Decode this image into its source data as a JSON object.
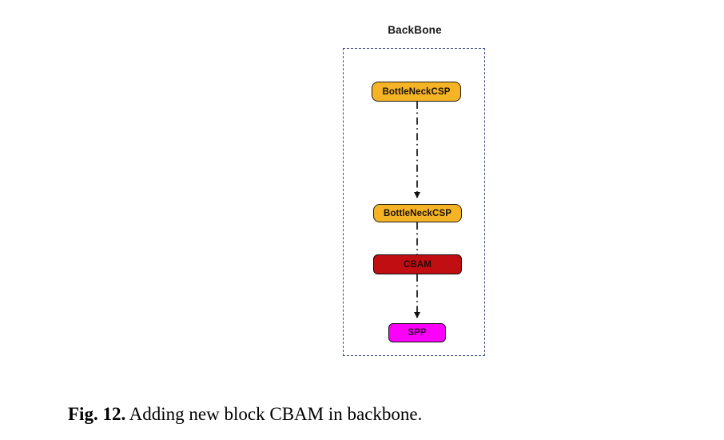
{
  "diagram": {
    "title": "BackBone",
    "container_border_color": "#3f4e7e",
    "connector_color": "#111111",
    "nodes": [
      {
        "id": "bottleneckcsp-1",
        "label": "BottleNeckCSP",
        "fill": "#f5b426",
        "text_color": "#1c1206"
      },
      {
        "id": "bottleneckcsp-2",
        "label": "BottleNeckCSP",
        "fill": "#f5b426",
        "text_color": "#1c1206"
      },
      {
        "id": "cbam",
        "label": "CBAM",
        "fill": "#c00e12",
        "text_color": "#240808"
      },
      {
        "id": "spp",
        "label": "SPP",
        "fill": "#fb00fb",
        "text_color": "#2a082a"
      }
    ],
    "connectors": [
      {
        "from": "bottleneckcsp-1",
        "to": "bottleneckcsp-2",
        "line_style": "dash-dot",
        "arrow": true
      },
      {
        "from": "bottleneckcsp-2",
        "to": "cbam",
        "line_style": "dash-dot",
        "arrow": false
      },
      {
        "from": "cbam",
        "to": "spp",
        "line_style": "dash-dot",
        "arrow": true
      }
    ]
  },
  "caption": {
    "label": "Fig. 12.",
    "text": " Adding new block CBAM in backbone."
  }
}
